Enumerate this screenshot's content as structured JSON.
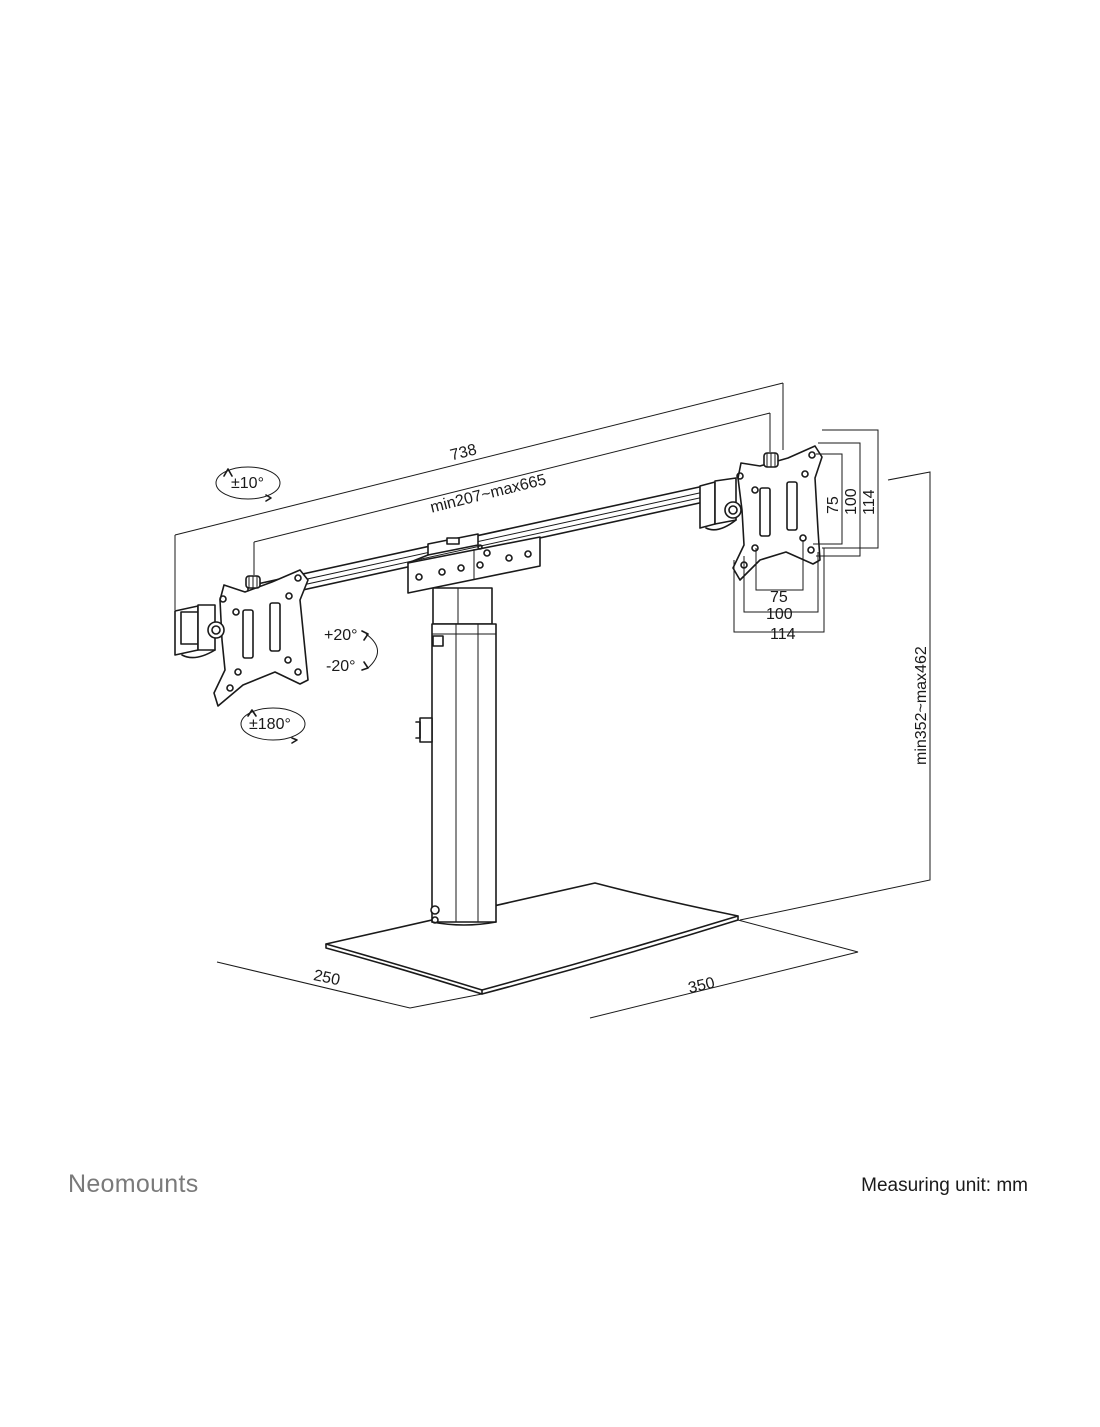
{
  "brand": "Neomounts",
  "measuring_unit": "Measuring unit: mm",
  "dimensions": {
    "total_width": "738",
    "arm_span": "min207~max665",
    "height_range": "min352~max462",
    "base_depth": "250",
    "base_width": "350",
    "vesa_75_h": "75",
    "vesa_100_h": "100",
    "vesa_114_h": "114",
    "vesa_75_v": "75",
    "vesa_100_v": "100",
    "vesa_114_v": "114"
  },
  "angles": {
    "tilt_top": "±10°",
    "swivel_plus": "+20°",
    "swivel_minus": "-20°",
    "rotation": "±180°"
  },
  "colors": {
    "line": "#1a1a1a",
    "brand_gray": "#7a7a7a"
  }
}
